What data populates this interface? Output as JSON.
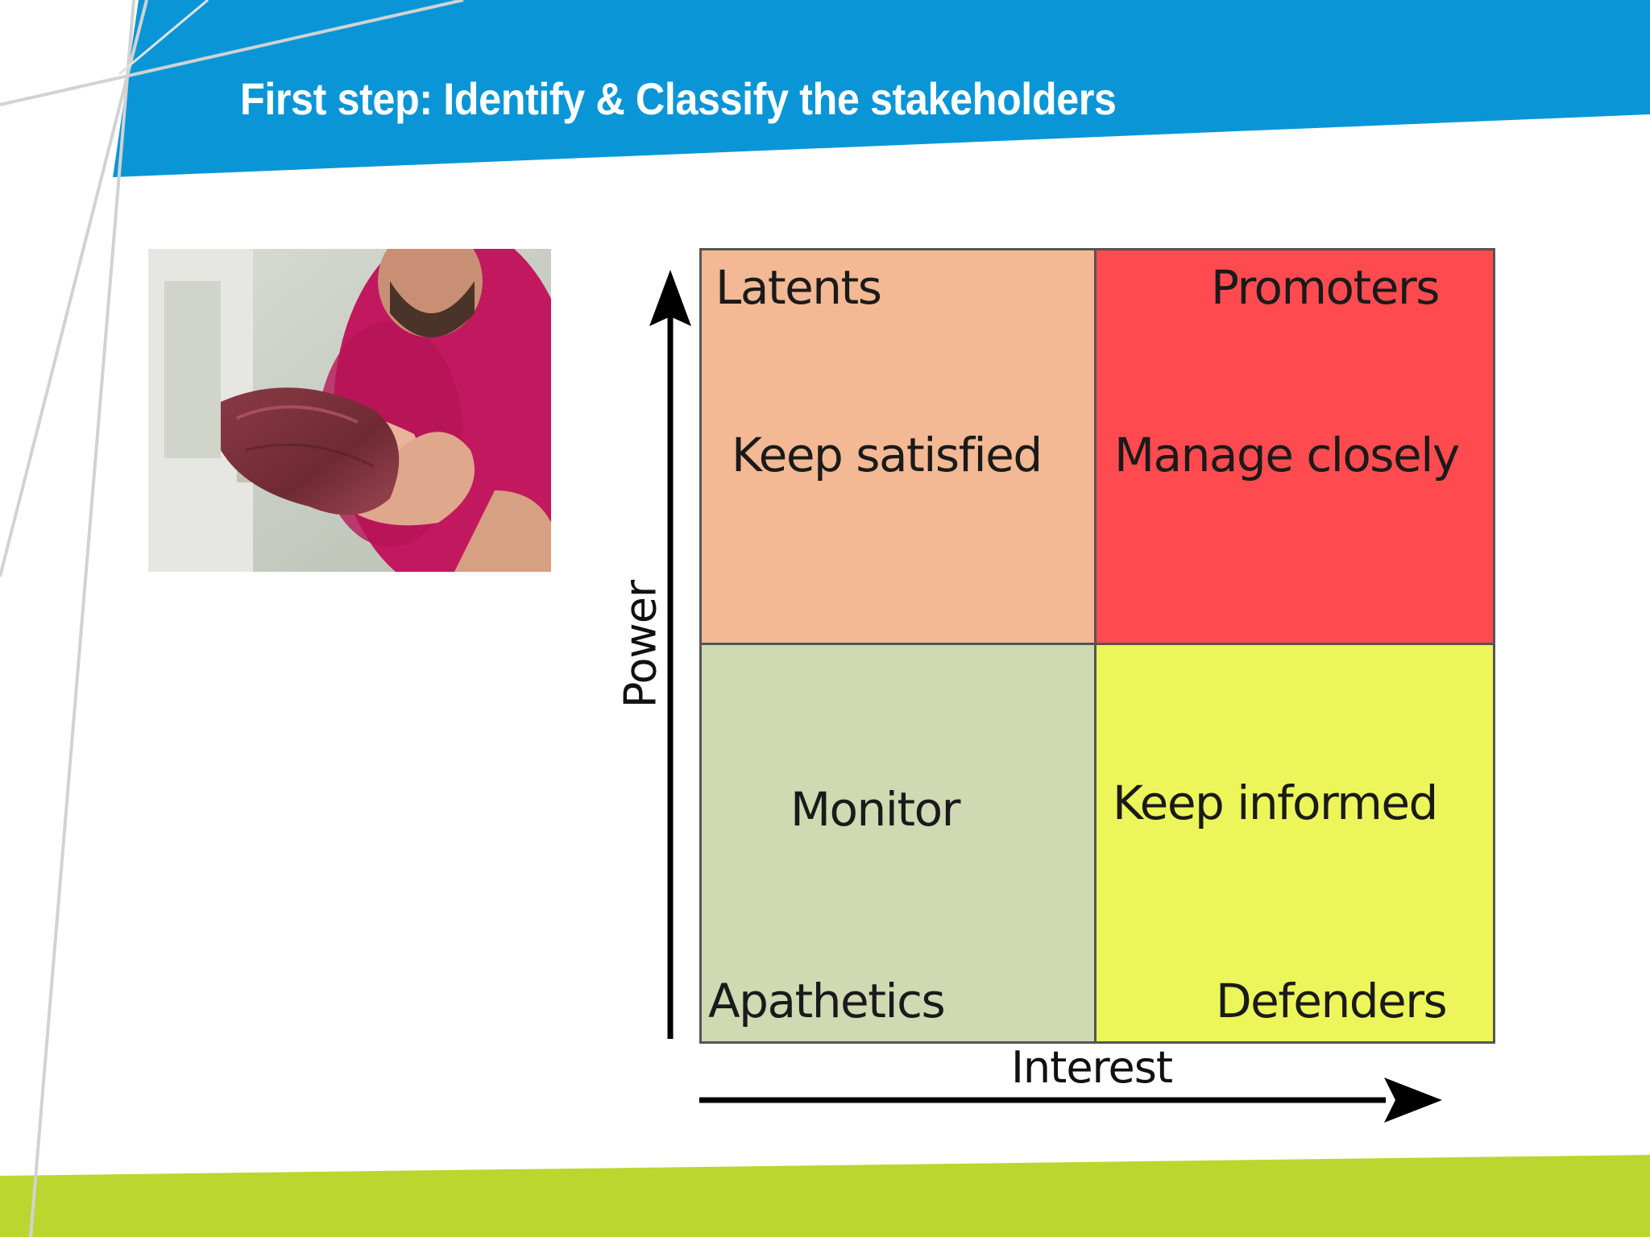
{
  "slide": {
    "title": "First step: Identify & Classify the stakeholders"
  },
  "matrix": {
    "x_axis": "Interest",
    "y_axis": "Power",
    "quadrants": [
      {
        "position": "top-left",
        "group": "Latents",
        "action": "Keep satisfied",
        "color": "#f2b994"
      },
      {
        "position": "top-right",
        "group": "Promoters",
        "action": "Manage closely",
        "color": "#ff4b4f"
      },
      {
        "position": "bottom-left",
        "group": "Apathetics",
        "action": "Monitor",
        "color": "#cfd9b2"
      },
      {
        "position": "bottom-right",
        "group": "Defenders",
        "action": "Keep informed",
        "color": "#ecf65a"
      }
    ]
  },
  "colors": {
    "header_blue": "#0a96d6",
    "footer_green": "#bcd630",
    "frame_lines": "#cfcfcf"
  },
  "image": {
    "subject": "person holding a raw steak"
  }
}
